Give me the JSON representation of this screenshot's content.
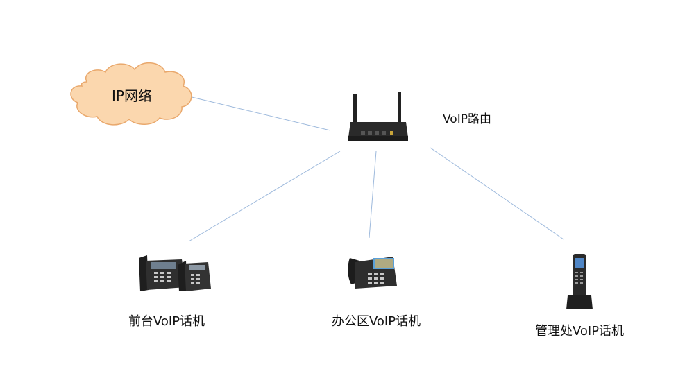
{
  "colors": {
    "link_line": "#9db9dc",
    "cloud_fill": "#fbd7ae",
    "cloud_stroke": "#e9a86c",
    "device_dark": "#2a2a2a"
  },
  "nodes": {
    "cloud": {
      "label": "IP网络",
      "icon": "cloud-icon"
    },
    "router": {
      "label": "VoIP路由",
      "icon": "router-icon"
    },
    "phone_front": {
      "label": "前台VoIP话机",
      "icon": "desk-phone-icon"
    },
    "phone_office": {
      "label": "办公区VoIP话机",
      "icon": "desk-phone-icon"
    },
    "phone_admin": {
      "label": "管理处VoIP话机",
      "icon": "cordless-phone-icon"
    }
  }
}
